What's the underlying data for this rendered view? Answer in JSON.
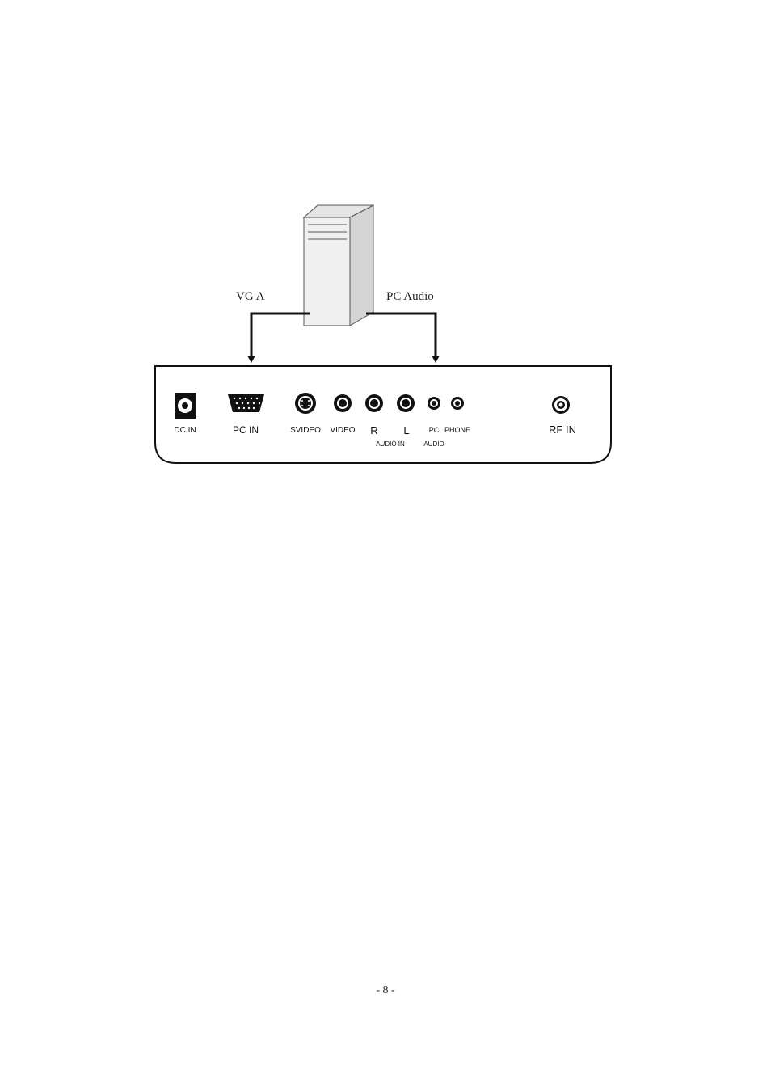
{
  "cables": {
    "vga": "VG A",
    "pc_audio": "PC Audio"
  },
  "panel": {
    "ports": {
      "dc_in": "DC  IN",
      "pc_in": "PC  IN",
      "svideo": "SVIDEO",
      "video": "VIDEO",
      "r": "R",
      "l": "L",
      "pc": "PC",
      "phone": "PHONE",
      "rf_in": "RF  IN"
    },
    "groups": {
      "audio_in": "AUDIO  IN",
      "pc_audio": "AUDIO"
    }
  },
  "footer": {
    "page_number": "- 8 -"
  },
  "colors": {
    "line": "#111111",
    "tower_front": "#f0f0f0",
    "tower_side": "#d4d4d4",
    "tower_top": "#e4e4e4"
  }
}
